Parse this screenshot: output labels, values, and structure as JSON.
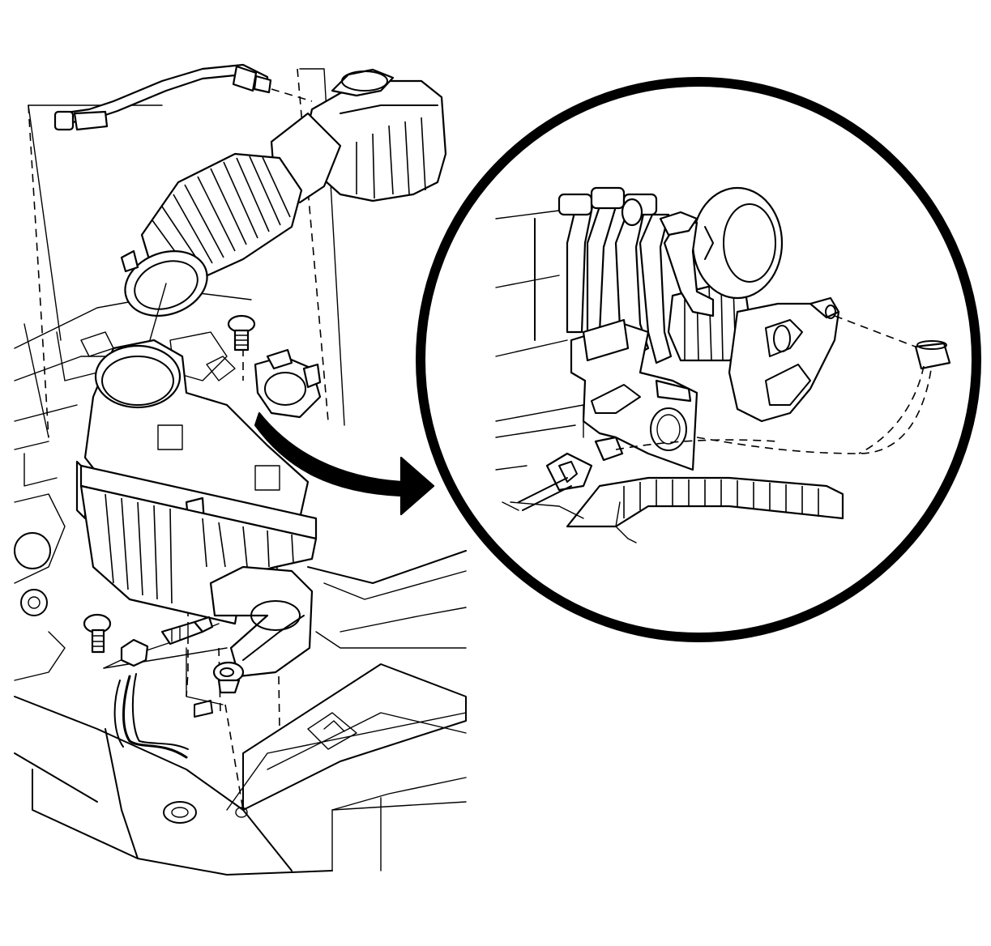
{
  "diagram": {
    "description_type": "Exploded service illustration, air cleaner assembly and detail inset",
    "colors": {
      "line": "#000000",
      "background": "#ffffff"
    },
    "callouts": [],
    "icons": [
      "air-cleaner-housing",
      "intake-duct",
      "bolt",
      "nut",
      "grommet",
      "wiring-harness",
      "connector",
      "sensor",
      "arrow",
      "detail-circle"
    ]
  }
}
